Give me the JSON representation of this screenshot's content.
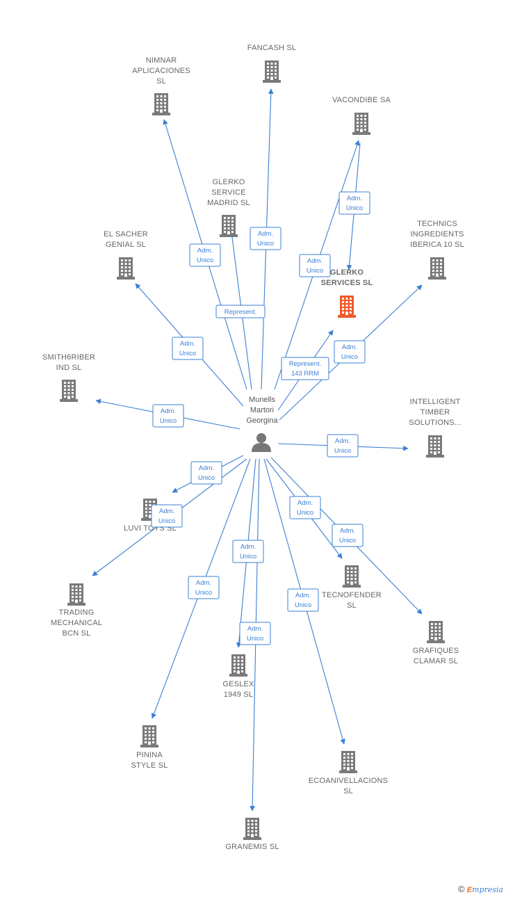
{
  "center": {
    "label": [
      "Munells",
      "Martori",
      "Georgina"
    ]
  },
  "companies": [
    {
      "id": "fancash",
      "label": [
        "FANCASH  SL"
      ]
    },
    {
      "id": "nimnar",
      "label": [
        "NIMNAR",
        "APLICACIONES",
        "SL"
      ]
    },
    {
      "id": "vacondibe",
      "label": [
        "VACONDIBE SA"
      ]
    },
    {
      "id": "glerko-madrid",
      "label": [
        "GLERKO",
        "SERVICE",
        "MADRID  SL"
      ]
    },
    {
      "id": "technics",
      "label": [
        "TECHNICS",
        "INGREDIENTS",
        "IBERICA 10  SL"
      ]
    },
    {
      "id": "el-sacher",
      "label": [
        "EL SACHER",
        "GENIAL  SL"
      ]
    },
    {
      "id": "glerko-services",
      "label": [
        "GLERKO",
        "SERVICES  SL"
      ],
      "highlight": true
    },
    {
      "id": "smith6riber",
      "label": [
        "SMITH6RIBER",
        "IND  SL"
      ]
    },
    {
      "id": "intelligent",
      "label": [
        "INTELLIGENT",
        "TIMBER",
        "SOLUTIONS..."
      ]
    },
    {
      "id": "luvi",
      "label": [
        "LUVI TOYS  SL"
      ]
    },
    {
      "id": "trading",
      "label": [
        "TRADING",
        "MECHANICAL",
        "BCN  SL"
      ]
    },
    {
      "id": "tecnofender",
      "label": [
        "TECNOFENDER",
        "SL"
      ]
    },
    {
      "id": "grafiques",
      "label": [
        "GRAFIQUES",
        "CLAMAR  SL"
      ]
    },
    {
      "id": "geslex",
      "label": [
        "GESLEX",
        "1949  SL"
      ]
    },
    {
      "id": "pinina",
      "label": [
        "PININA",
        "STYLE  SL"
      ]
    },
    {
      "id": "ecoanivellacions",
      "label": [
        "ECOANIVELLACIONS",
        "SL"
      ]
    },
    {
      "id": "granemis",
      "label": [
        "GRANEMIS  SL"
      ]
    }
  ],
  "edges": [
    {
      "from": "center",
      "to": "fancash",
      "label": [
        "Adm.",
        "Unico"
      ]
    },
    {
      "from": "center",
      "to": "nimnar",
      "label": [
        "Adm.",
        "Unico"
      ]
    },
    {
      "from": "center",
      "to": "glerko-madrid",
      "label": [
        "Represent."
      ]
    },
    {
      "from": "center",
      "to": "vacondibe",
      "label": [
        "Adm.",
        "Unico"
      ]
    },
    {
      "from": "vacondibe",
      "to": "glerko-services",
      "label": [
        "Adm.",
        "Unico"
      ]
    },
    {
      "from": "center",
      "to": "glerko-services",
      "label": [
        "Represent.",
        "143 RRM"
      ]
    },
    {
      "from": "center",
      "to": "technics",
      "label": [
        "Adm.",
        "Unico"
      ]
    },
    {
      "from": "center",
      "to": "el-sacher",
      "label": [
        "Adm.",
        "Unico"
      ]
    },
    {
      "from": "center",
      "to": "smith6riber",
      "label": [
        "Adm.",
        "Unico"
      ]
    },
    {
      "from": "center",
      "to": "intelligent",
      "label": [
        "Adm.",
        "Unico"
      ]
    },
    {
      "from": "center",
      "to": "luvi",
      "label": [
        "Adm.",
        "Unico"
      ]
    },
    {
      "from": "center",
      "to": "trading",
      "label": [
        "Adm.",
        "Unico"
      ]
    },
    {
      "from": "center",
      "to": "tecnofender",
      "label": [
        "Adm.",
        "Unico"
      ]
    },
    {
      "from": "center",
      "to": "grafiques",
      "label": [
        "Adm.",
        "Unico"
      ]
    },
    {
      "from": "center",
      "to": "geslex",
      "label": [
        "Adm.",
        "Unico"
      ]
    },
    {
      "from": "center",
      "to": "pinina",
      "label": [
        "Adm.",
        "Unico"
      ]
    },
    {
      "from": "center",
      "to": "ecoanivellacions",
      "label": [
        "Adm.",
        "Unico"
      ]
    },
    {
      "from": "center",
      "to": "granemis",
      "label": [
        "Adm.",
        "Unico"
      ]
    }
  ],
  "colors": {
    "edge": "#3b7fd4",
    "building": "#7a7a7a",
    "building_highlight": "#f05a28",
    "person": "#777777"
  },
  "footer": {
    "copyright": "©",
    "brand_initial": "E",
    "brand_rest": "mpresia"
  }
}
